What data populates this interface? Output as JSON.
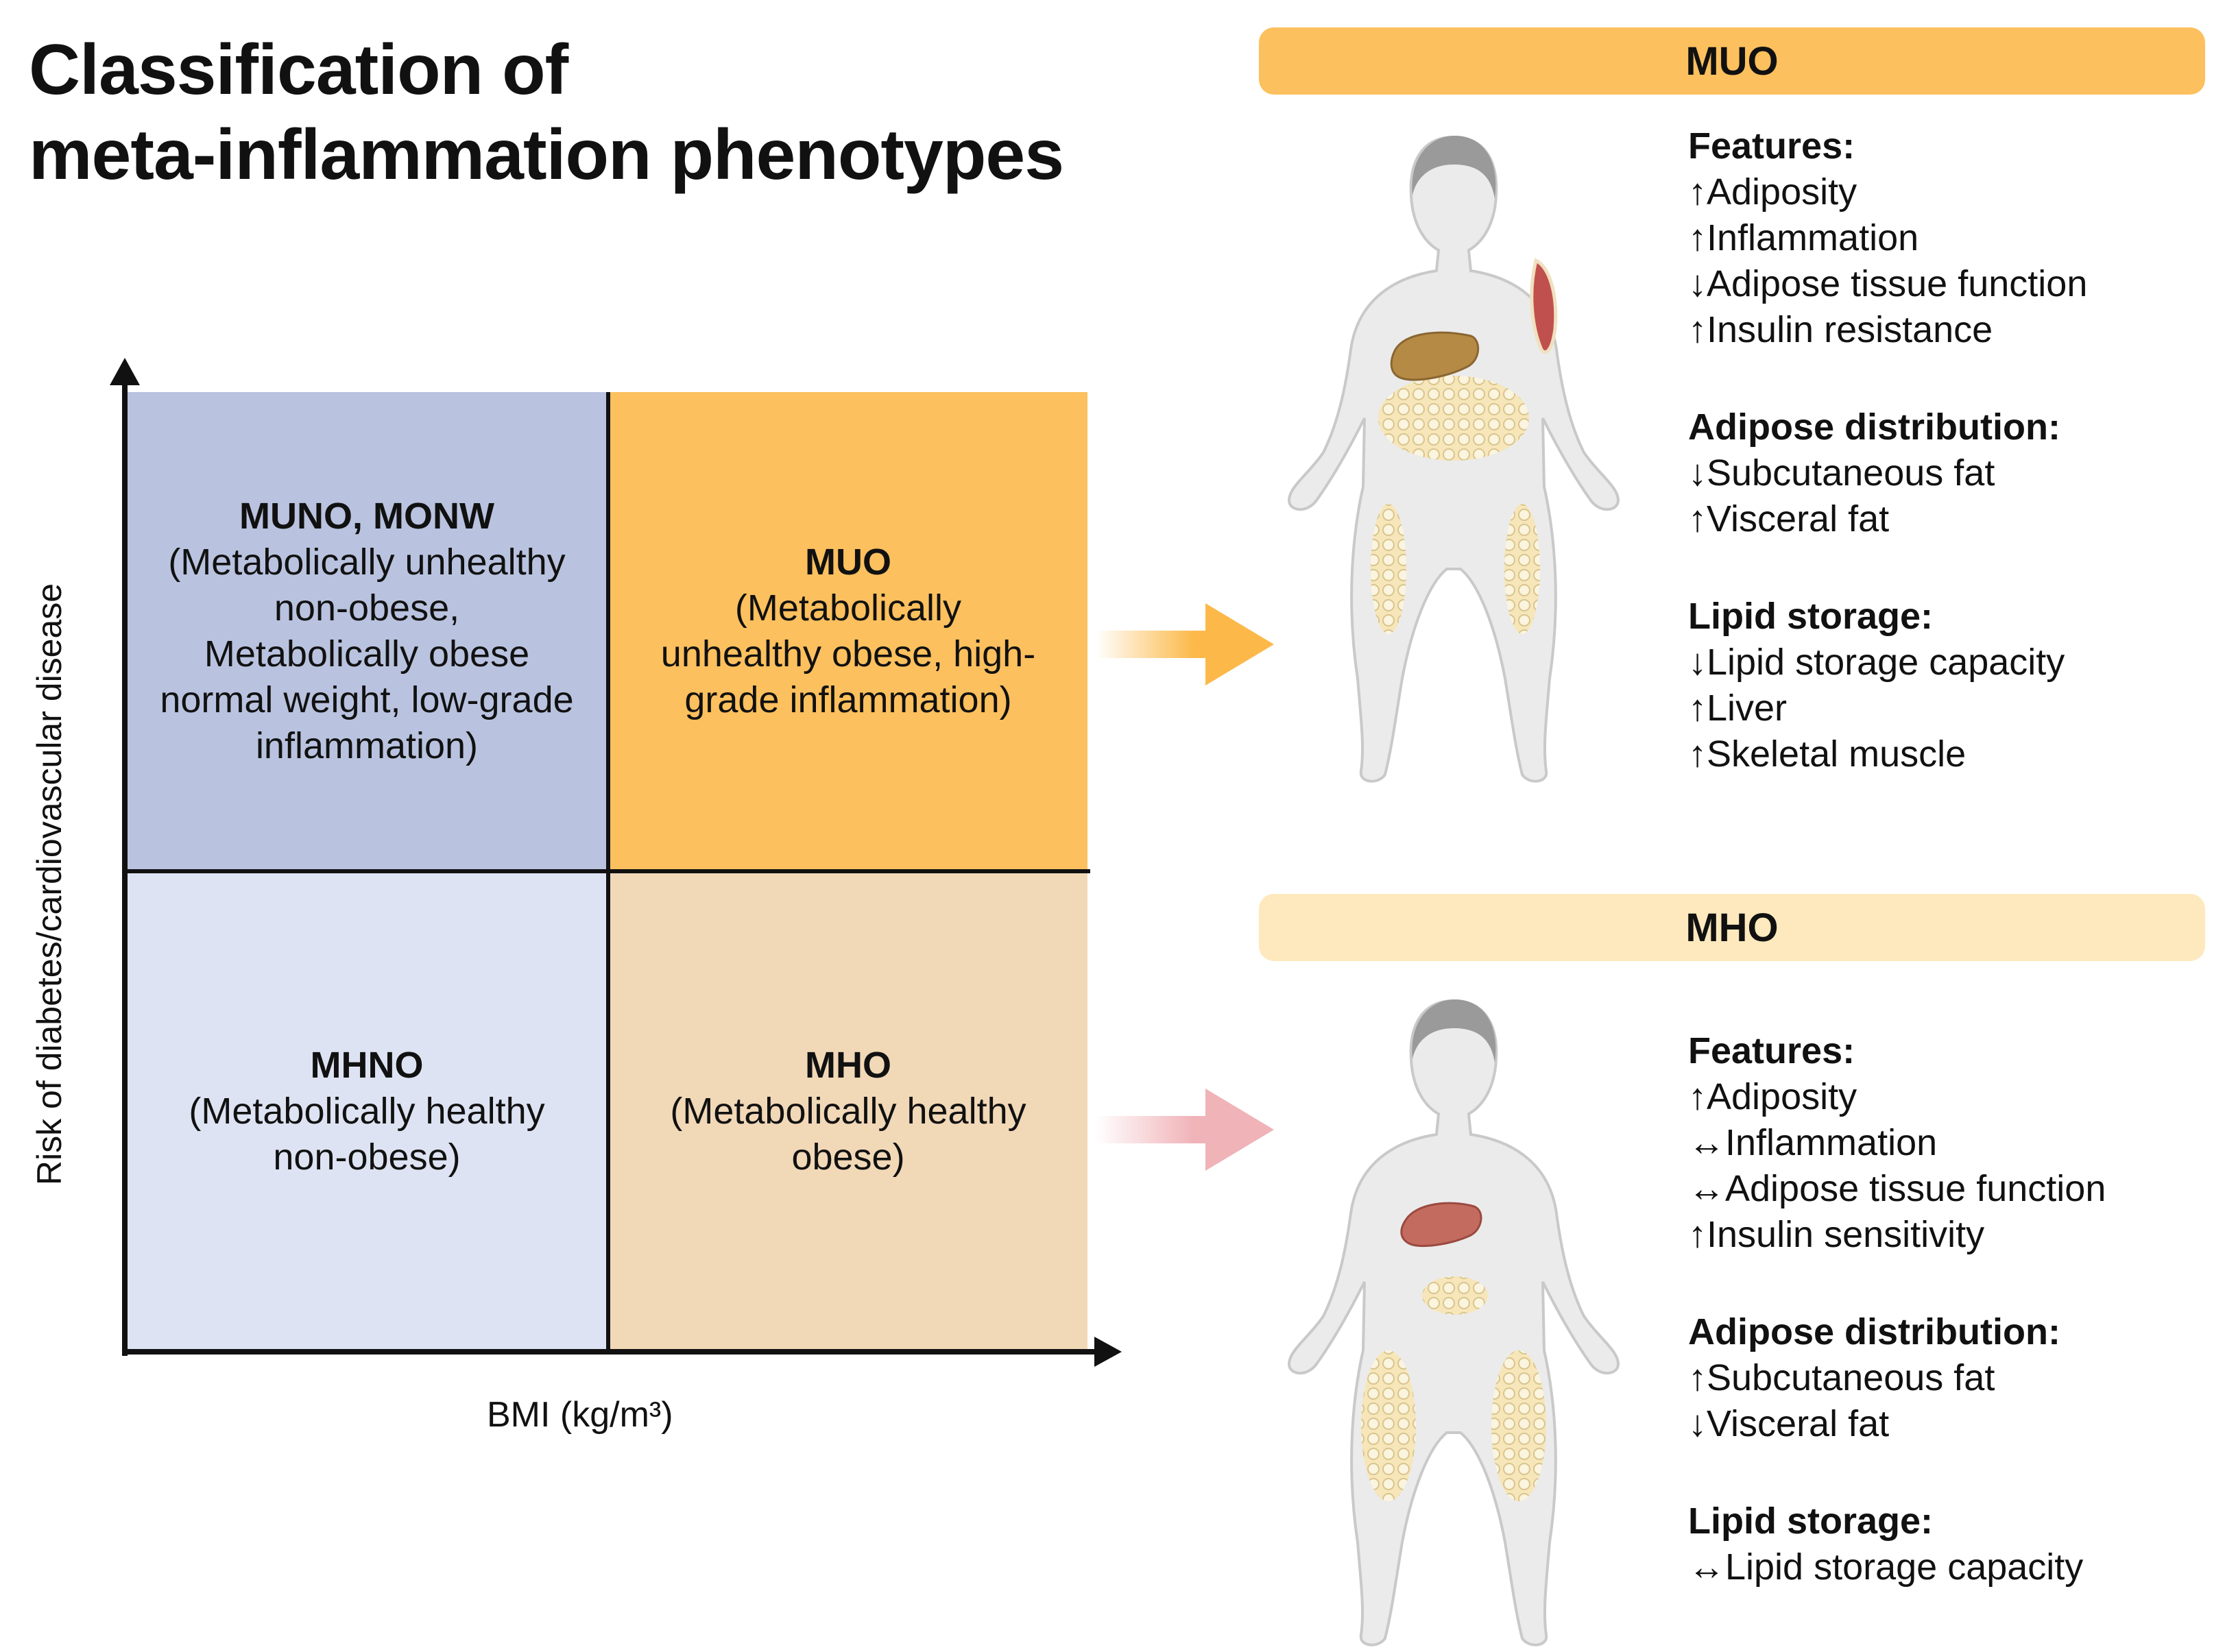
{
  "title": {
    "line1": "Classification of",
    "line2": "meta-inflammation phenotypes"
  },
  "axes": {
    "ylabel": "Risk of diabetes/cardiovascular disease",
    "xlabel": "BMI (kg/m³)"
  },
  "quadrants": {
    "top_left": {
      "heading": "MUNO, MONW",
      "lines": [
        "(Metabolically unhealthy",
        "non-obese,",
        "Metabolically obese",
        "normal weight, low-grade",
        "inflammation)"
      ],
      "color": "#b9c3df"
    },
    "top_right": {
      "heading": "MUO",
      "lines": [
        "(Metabolically",
        "unhealthy obese, high-",
        "grade inflammation)"
      ],
      "color": "#fcc05e"
    },
    "bottom_left": {
      "heading": "MHNO",
      "lines": [
        "(Metabolically healthy",
        "non-obese)"
      ],
      "color": "#dde3f2"
    },
    "bottom_right": {
      "heading": "MHO",
      "lines": [
        "(Metabolically healthy",
        "obese)"
      ],
      "color": "#f1d8b7"
    }
  },
  "panels": {
    "muo": {
      "banner": "MUO",
      "features_heading": "Features:",
      "features": [
        "↑Adiposity",
        "↑Inflammation",
        "↓Adipose tissue function",
        "↑Insulin resistance"
      ],
      "distribution_heading": "Adipose distribution:",
      "distribution": [
        "↓Subcutaneous fat",
        "↑Visceral fat"
      ],
      "lipid_heading": "Lipid storage:",
      "lipid": [
        "↓Lipid storage capacity",
        "↑Liver",
        "↑Skeletal muscle"
      ]
    },
    "mho": {
      "banner": "MHO",
      "features_heading": "Features:",
      "features": [
        "↑Adiposity",
        "↔Inflammation",
        "↔Adipose tissue function",
        "↑Insulin sensitivity"
      ],
      "distribution_heading": "Adipose distribution:",
      "distribution": [
        "↑Subcutaneous fat",
        "↓Visceral fat"
      ],
      "lipid_heading": "Lipid storage:",
      "lipid": [
        "↔Lipid storage capacity"
      ]
    }
  },
  "colors": {
    "muo_arrow": "#fcb94a",
    "mho_arrow": "#f0b3b8",
    "mho_banner": "#fde9bd",
    "body": "#ebebeb",
    "fat": "#f6e6b9",
    "liver_muo": "#b58a45",
    "liver_mho": "#c46b5f"
  },
  "icons": [
    "human-figure-icon",
    "liver-icon",
    "fat-tissue-icon",
    "muscle-icon",
    "right-arrow-icon"
  ]
}
